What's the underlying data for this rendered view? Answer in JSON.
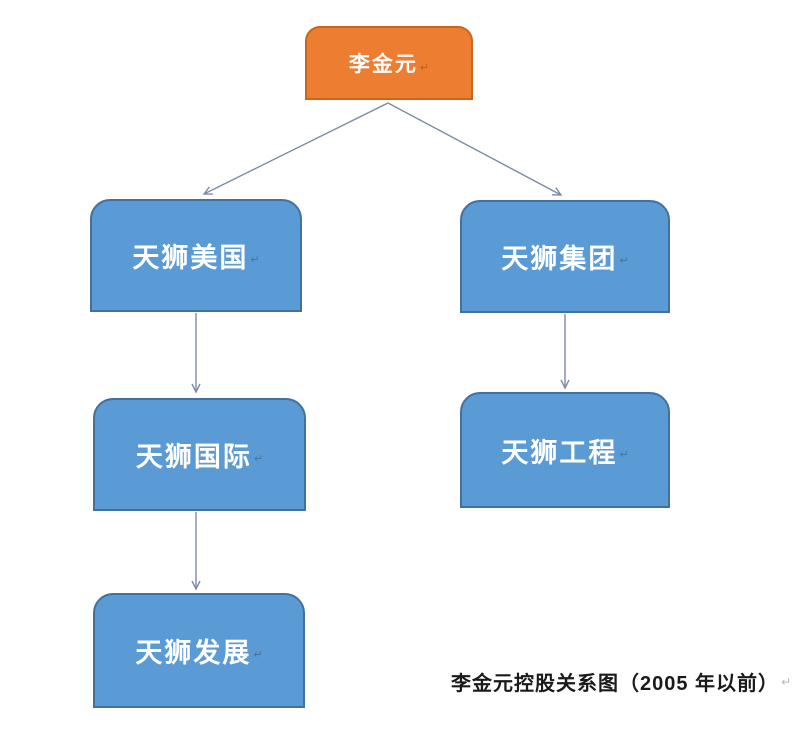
{
  "diagram": {
    "type": "org-chart",
    "caption": "李金元控股关系图（2005 年以前）",
    "paragraph_mark": "↵",
    "nodes": [
      {
        "id": "li-jinyuan",
        "label": "李金元",
        "level": 0
      },
      {
        "id": "tiens-usa",
        "label": "天狮美国",
        "level": 1
      },
      {
        "id": "tiens-group",
        "label": "天狮集团",
        "level": 1
      },
      {
        "id": "tiens-intl",
        "label": "天狮国际",
        "level": 2
      },
      {
        "id": "tiens-eng",
        "label": "天狮工程",
        "level": 2
      },
      {
        "id": "tiens-dev",
        "label": "天狮发展",
        "level": 3
      }
    ],
    "edges": [
      {
        "from": "li-jinyuan",
        "to": "tiens-usa"
      },
      {
        "from": "li-jinyuan",
        "to": "tiens-group"
      },
      {
        "from": "tiens-usa",
        "to": "tiens-intl"
      },
      {
        "from": "tiens-intl",
        "to": "tiens-dev"
      },
      {
        "from": "tiens-group",
        "to": "tiens-eng"
      }
    ],
    "colors": {
      "root_fill": "#ED7D31",
      "root_border": "#C9661B",
      "node_fill": "#5B9BD5",
      "node_border": "#41719C",
      "arrow": "#7B8CA6",
      "caption_text": "#1A1A1A"
    }
  }
}
